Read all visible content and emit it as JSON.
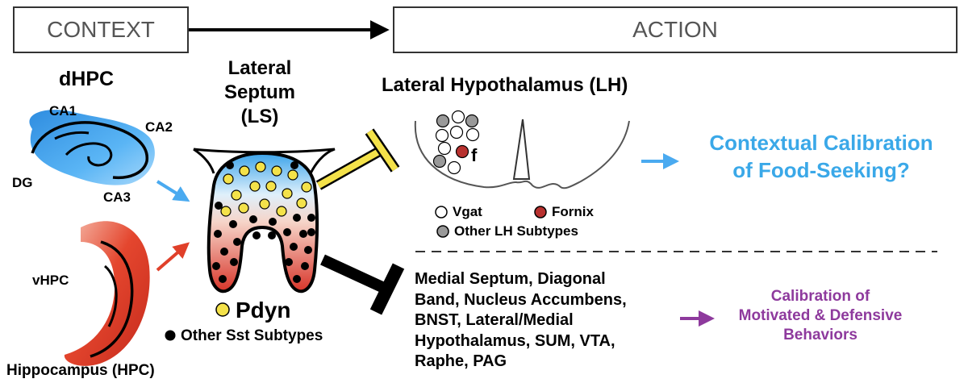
{
  "header": {
    "context_label": "CONTEXT",
    "action_label": "ACTION"
  },
  "hippocampus": {
    "dhpc_label": "dHPC",
    "ca1": "CA1",
    "ca2": "CA2",
    "ca3": "CA3",
    "dg": "DG",
    "vhpc_label": "vHPC",
    "hpc_label": "Hippocampus (HPC)"
  },
  "septum": {
    "title_line1": "Lateral",
    "title_line2": "Septum",
    "title_line3": "(LS)",
    "pdyn_label": "Pdyn",
    "sst_label": "Other Sst Subtypes"
  },
  "lh": {
    "title": "Lateral Hypothalamus (LH)",
    "fornix_marker": "f",
    "legend_vgat": "Vgat",
    "legend_fornix": "Fornix",
    "legend_other": "Other LH Subtypes"
  },
  "outcomes": {
    "food_line1": "Contextual Calibration",
    "food_line2": "of Food-Seeking?",
    "targets_line1": "Medial Septum, Diagonal",
    "targets_line2": "Band, Nucleus Accumbens,",
    "targets_line3": "BNST, Lateral/Medial",
    "targets_line4": "Hypothalamus, SUM, VTA,",
    "targets_line5": "Raphe, PAG",
    "behav_line1": "Calibration of",
    "behav_line2": "Motivated & Defensive",
    "behav_line3": "Behaviors"
  },
  "colors": {
    "dhpc_blue": "#4aaaf0",
    "vhpc_red": "#e0402a",
    "pdyn_yellow": "#f4e24a",
    "fornix_red": "#b8312f",
    "calibration_blue": "#3aa8e8",
    "behavior_purple": "#8e3a9d",
    "arrow_blue": "#4aaaf0",
    "arrow_red": "#e0402a"
  }
}
